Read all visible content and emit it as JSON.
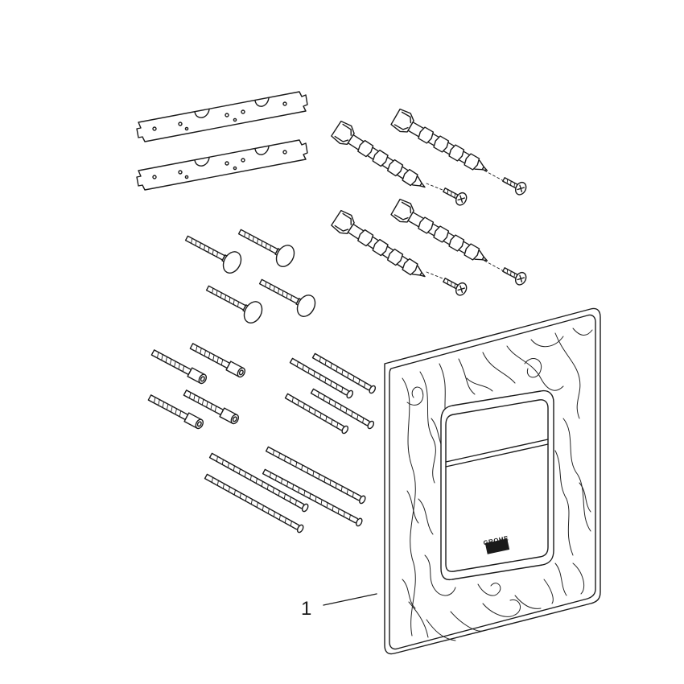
{
  "diagram": {
    "callouts": [
      {
        "label": "1",
        "target": "flush-plate"
      }
    ],
    "plate_logo": "GROHE"
  },
  "colors": {
    "line": "#1a1a1a",
    "background": "#ffffff"
  }
}
